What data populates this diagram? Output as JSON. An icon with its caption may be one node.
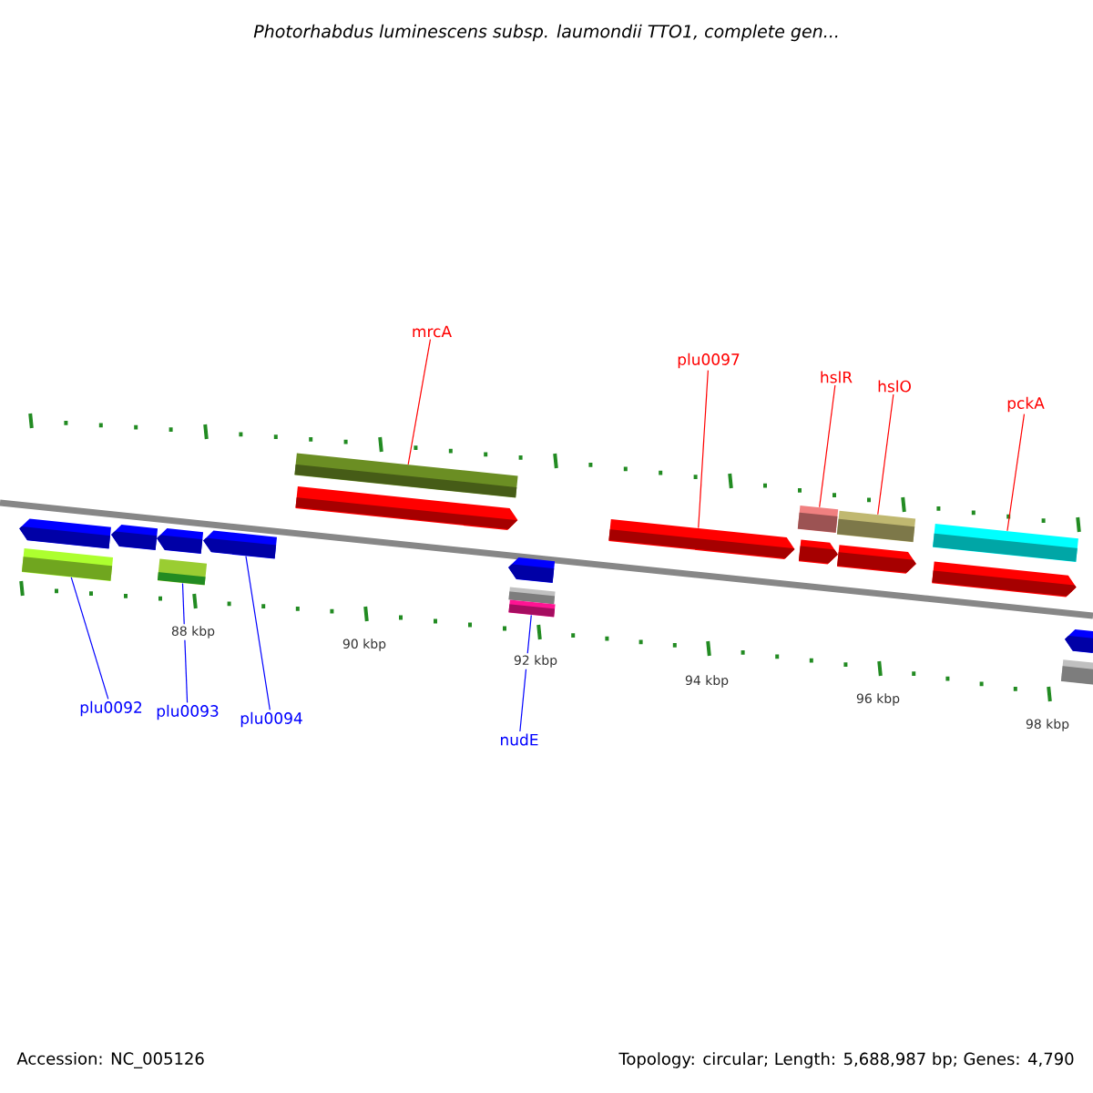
{
  "diagram": {
    "title": "Photorhabdus luminescens subsp. laumondii TTO1, complete gen...",
    "nodes": [
      {
        "text": [
          "mrcA"
        ]
      },
      {
        "text": [
          "plu0097"
        ]
      },
      {
        "text": [
          "hslR"
        ]
      },
      {
        "text": [
          "hslO"
        ]
      },
      {
        "text": [
          "pckA"
        ]
      },
      {
        "text": [
          "plu0092"
        ]
      },
      {
        "text": [
          "plu0093"
        ]
      },
      {
        "text": [
          "plu0094"
        ]
      },
      {
        "text": [
          "nudE"
        ]
      },
      {
        "text": [],
        "shape": "bar"
      },
      {
        "text": [],
        "shape": "arrow"
      },
      {
        "text": [],
        "shape": "bar"
      },
      {
        "text": [],
        "shape": "bar"
      },
      {
        "text": [],
        "shape": "bar"
      },
      {
        "text": [],
        "shape": "arrow"
      },
      {
        "text": [],
        "shape": "arrow"
      },
      {
        "text": [],
        "shape": "arrow"
      },
      {
        "text": [],
        "shape": "arrow"
      },
      {
        "text": [],
        "shape": "arrow"
      },
      {
        "text": [],
        "shape": "arrow"
      },
      {
        "text": [],
        "shape": "arrow"
      },
      {
        "text": [],
        "shape": "arrow"
      },
      {
        "text": [],
        "shape": "arrow"
      },
      {
        "text": [],
        "shape": "arrow"
      },
      {
        "text": [],
        "shape": "bar"
      },
      {
        "text": [],
        "shape": "bar"
      },
      {
        "text": [],
        "shape": "bar"
      },
      {
        "text": [],
        "shape": "bar"
      },
      {
        "text": [],
        "shape": "bar"
      }
    ],
    "edges": [
      {
        "from": 0,
        "to": 9,
        "arrow": "none"
      },
      {
        "from": 1,
        "to": 14,
        "arrow": "none"
      },
      {
        "from": 2,
        "to": 11,
        "arrow": "none"
      },
      {
        "from": 3,
        "to": 12,
        "arrow": "none"
      },
      {
        "from": 4,
        "to": 13,
        "arrow": "none"
      },
      {
        "from": 5,
        "to": 24,
        "arrow": "none",
        "color": "#0000ff"
      },
      {
        "from": 6,
        "to": 25,
        "arrow": "none",
        "color": "#0000ff"
      },
      {
        "from": 7,
        "to": 21,
        "arrow": "none",
        "color": "#0000ff"
      },
      {
        "from": 8,
        "to": 27,
        "arrow": "none",
        "color": "#0000ff"
      }
    ],
    "labels": [
      "88 kbp",
      "90 kbp",
      "92 kbp",
      "94 kbp",
      "96 kbp",
      "98 kbp",
      "Accession: NC_005126",
      "Topology: circular; Length: 5,688,987 bp; Genes: 4,790"
    ]
  }
}
